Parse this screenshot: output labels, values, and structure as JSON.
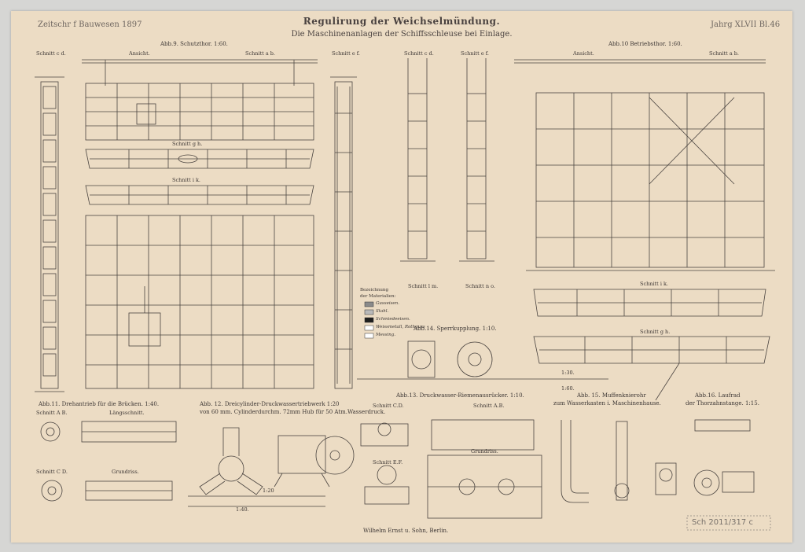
{
  "header": {
    "journal": "Zeitschr f Bauwesen 1897",
    "title": "Regulirung der Weichselmündung.",
    "subtitle": "Die Maschinenanlagen der Schiffsschleuse bei Einlage.",
    "plate": "Jahrg XLVII Bl.46"
  },
  "figures": {
    "abb9": "Abb.9. Schutzthor. 1:60.",
    "abb10": "Abb.10 Betriebsthor. 1:60.",
    "abb11": "Abb.11. Drehantrieb für die Brücken. 1:40.",
    "abb12_line1": "Abb. 12. Dreicylinder-Druckwassertriebwerk 1:20",
    "abb12_line2": "von 60 mm. Cylinderdurchm. 72mm Hub für 50 Atm.Wasserdruck.",
    "abb13": "Abb.13. Druckwasser-Riemenausrücker. 1:10.",
    "abb14": "Abb.14. Sperrkupplung. 1:10.",
    "abb15_line1": "Abb. 15. Muffenknierohr",
    "abb15_line2": "zum Wasserkasten i. Maschinenhause.",
    "abb16_line1": "Abb.16. Laufrad",
    "abb16_line2": "der Thorzahnstange. 1:15."
  },
  "section_labels": {
    "schnitt_cd": "Schnitt c d.",
    "ansicht": "Ansicht.",
    "schnitt_ab": "Schnitt a b.",
    "schnitt_ef": "Schnitt e f.",
    "schnitt_cd2": "Schnitt c d.",
    "schnitt_ef2": "Schnitt e f.",
    "ansicht2": "Ansicht.",
    "schnitt_ab2": "Schnitt a b.",
    "schnitt_gh": "Schnitt g h.",
    "schnitt_ik": "Schnitt i k.",
    "schnitt_ik2": "Schnitt i k.",
    "schnitt_gh2": "Schnitt g h.",
    "schnitt_lm": "Schnitt l m.",
    "schnitt_no": "Schnitt n o.",
    "schnitt_AB": "Schnitt A B.",
    "schnitt_CD": "Schnitt C D.",
    "laengsschnitt": "Längsschnitt.",
    "grundriss": "Grundriss.",
    "schnitt_CD2": "Schnitt C.D.",
    "schnitt_AB2": "Schnitt A.B.",
    "schnitt_EF": "Schnitt E.F.",
    "grundriss2": "Grundriss."
  },
  "legend": {
    "heading_1": "Bezeichnung",
    "heading_2": "der Materialien:",
    "items": [
      {
        "label": "Gusseisen.",
        "color": "#8a8a8a"
      },
      {
        "label": "Stahl.",
        "color": "#b9b9b9"
      },
      {
        "label": "Schmiedeeisen.",
        "color": "#1e1e1e"
      },
      {
        "label": "Weissmetall, Rothguss",
        "color": "#ffffff"
      },
      {
        "label": "Messing.",
        "color": "#ffffff"
      }
    ]
  },
  "scale_labels": {
    "s1_30": "1:30.",
    "s1_60": "1:60.",
    "s1_20": "1:20",
    "s1_40": "1:40."
  },
  "publisher": "Wilhelm Ernst u. Sohn, Berlin.",
  "inventory_note": "Sch 2011/317 c",
  "colors": {
    "paper": "#ecdcc4",
    "ink": "#3c3634",
    "background": "#d6d6d4"
  }
}
